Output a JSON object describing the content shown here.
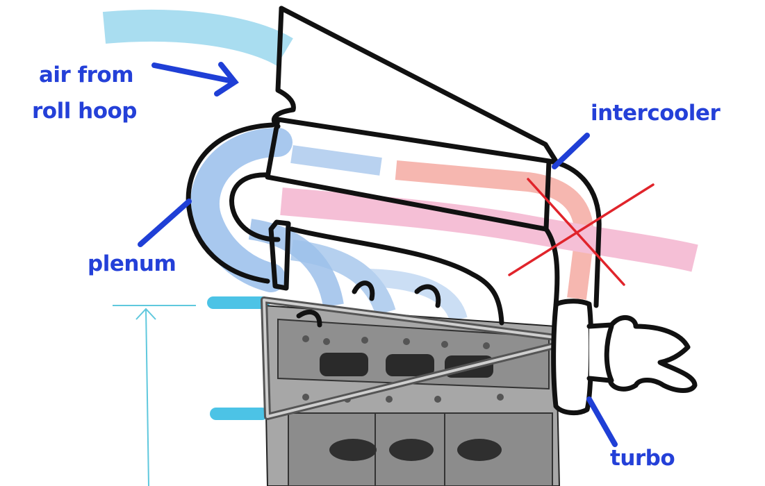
{
  "labels": {
    "air_line1": "air from",
    "air_line2": "roll hoop",
    "intercooler": "intercooler",
    "plenum": "plenum",
    "turbo": "turbo"
  },
  "colors": {
    "label_fill": "#2440d8",
    "label_outline": "#ffffff",
    "leader": "#1f3fd6",
    "sketch_line": "#111111",
    "cold_air": "#a9ddf0",
    "cold_charge": "#8fbbe6",
    "hot_air": "#f6b3ae",
    "hot_exhaust": "#f5b8d3",
    "cross_out": "#e0242b",
    "dimension": "#5fc8dd",
    "marker_tab": "#4cc3e6",
    "engine_gray": "#9a9a9a"
  },
  "icons": [
    "arrow-icon",
    "cross-out-mark",
    "dimension-arrow"
  ]
}
